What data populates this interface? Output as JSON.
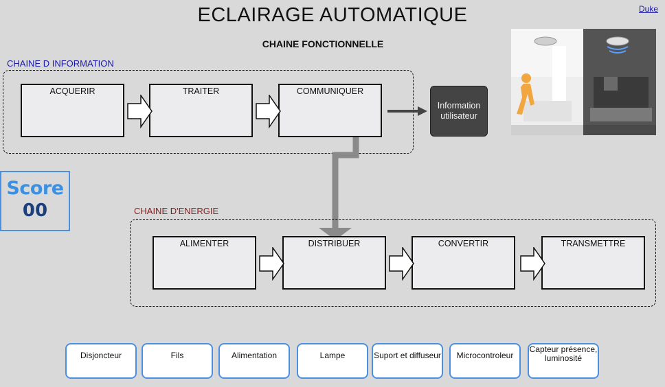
{
  "header": {
    "title": "ECLAIRAGE AUTOMATIQUE",
    "subtitle": "CHAINE FONCTIONNELLE",
    "author_link": "Duke"
  },
  "information_chain": {
    "label": "CHAINE D INFORMATION",
    "label_color": "#1a1aa8",
    "boxes": [
      "ACQUERIR",
      "TRAITER",
      "COMMUNIQUER"
    ],
    "output": "Information utilisateur"
  },
  "energy_chain": {
    "label": "CHAINE D'ENERGIE",
    "label_color": "#8b1a1a",
    "boxes": [
      "ALIMENTER",
      "DISTRIBUER",
      "CONVERTIR",
      "TRANSMETTRE"
    ]
  },
  "score": {
    "label": "Score",
    "value": "00"
  },
  "tiles": [
    "Disjoncteur",
    "Fils",
    "Alimentation",
    "Lampe",
    "Suport et diffuseur",
    "Microcontroleur",
    "Capteur présence, luminosité"
  ],
  "colors": {
    "background": "#d9d9d9",
    "tile_border": "#4a90e2",
    "score_label": "#3d8fe0",
    "score_value": "#1d3f7c",
    "info_box": "#444444"
  }
}
